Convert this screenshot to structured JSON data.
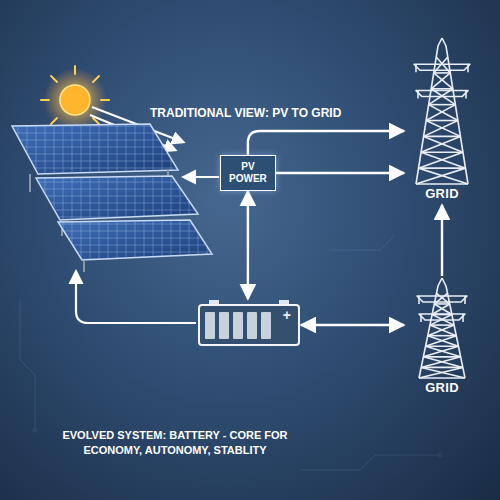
{
  "diagram": {
    "nodes": [
      {
        "text": [
          "PV POWER"
        ]
      },
      {
        "text": [
          "GRID"
        ]
      },
      {
        "text": [
          "+"
        ]
      },
      {
        "text": [
          "GRID"
        ]
      }
    ],
    "edges": [
      {
        "from": 0,
        "to": 1,
        "arrow": "to"
      },
      {
        "from": 0,
        "to": 1,
        "arrow": "to"
      },
      {
        "from": 2,
        "to": 0,
        "arrow": "both"
      },
      {
        "from": 2,
        "to": 3,
        "arrow": "both"
      },
      {
        "from": 3,
        "to": 1,
        "arrow": "to"
      }
    ],
    "labels": [
      "TRADITIONAL VIEW: PV TO GRID",
      "EVOLVED SYSTEM: BATTERY - CORE FOR ECONOMY, AUTONOMY, STABLITY"
    ]
  }
}
